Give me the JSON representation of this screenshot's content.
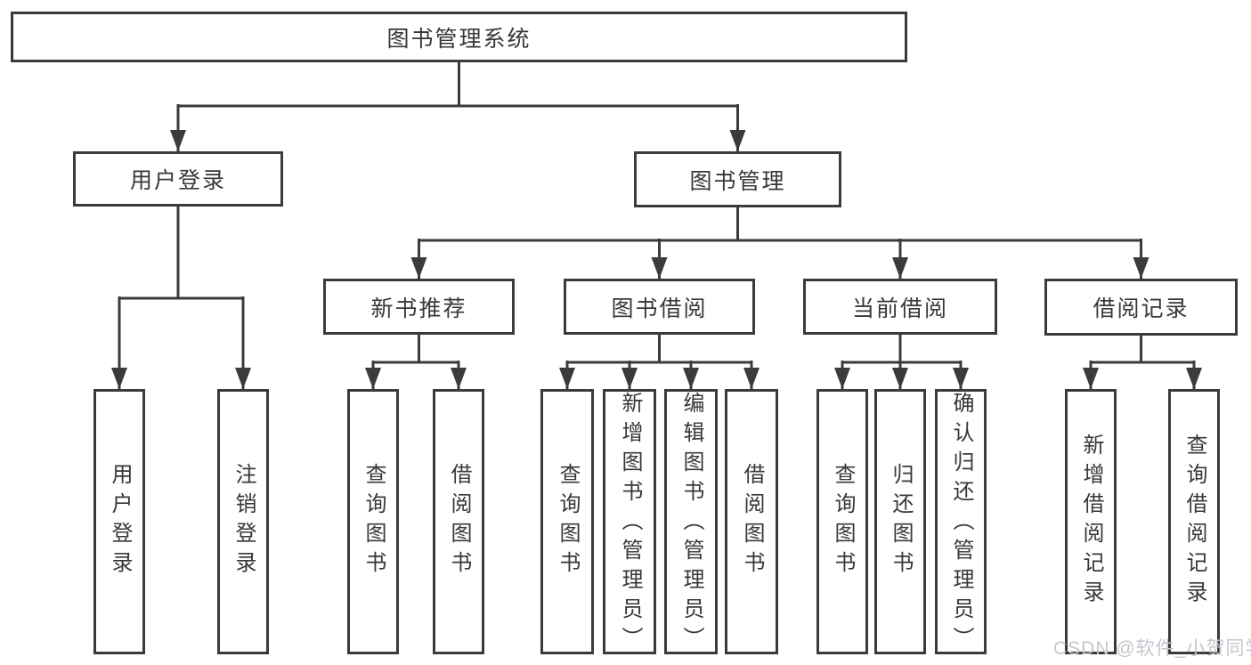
{
  "diagram": {
    "root": {
      "label": "图书管理系统"
    },
    "branches": [
      {
        "label": "用户登录",
        "leaves": [
          {
            "label": "用户登录"
          },
          {
            "label": "注销登录"
          }
        ]
      },
      {
        "label": "图书管理",
        "groups": [
          {
            "label": "新书推荐",
            "leaves": [
              {
                "label": "查询图书"
              },
              {
                "label": "借阅图书"
              }
            ]
          },
          {
            "label": "图书借阅",
            "leaves": [
              {
                "label": "查询图书"
              },
              {
                "label": "新增图书（管理员）"
              },
              {
                "label": "编辑图书（管理员）"
              },
              {
                "label": "借阅图书"
              }
            ]
          },
          {
            "label": "当前借阅",
            "leaves": [
              {
                "label": "查询图书"
              },
              {
                "label": "归还图书"
              },
              {
                "label": "确认归还（管理员）"
              }
            ]
          },
          {
            "label": "借阅记录",
            "leaves": [
              {
                "label": "新增借阅记录"
              },
              {
                "label": "查询借阅记录"
              }
            ]
          }
        ]
      }
    ]
  },
  "watermark": {
    "text": "CSDN @软件_小贺同学"
  },
  "colors": {
    "line": "#3b3b3b",
    "box_background": "#ffffff",
    "text": "#38383c",
    "watermark": "#c3c7cd"
  }
}
